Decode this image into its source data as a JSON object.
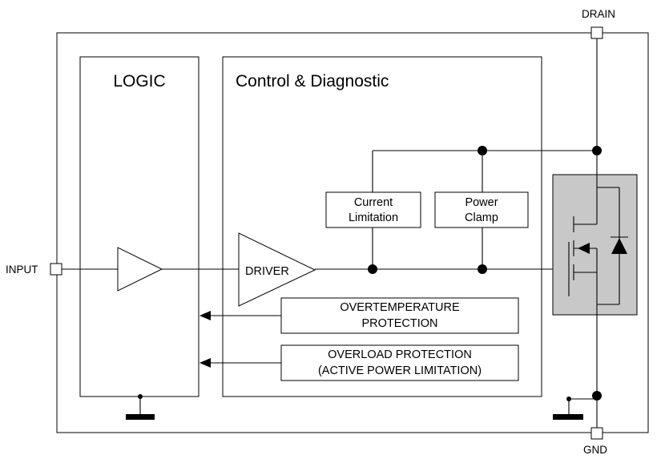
{
  "pins": {
    "drain": "DRAIN",
    "input": "INPUT",
    "gnd": "GND"
  },
  "blocks": {
    "logic": "LOGIC",
    "control": "Control & Diagnostic",
    "current_limitation": [
      "Current",
      "Limitation"
    ],
    "power_clamp": [
      "Power",
      "Clamp"
    ],
    "driver": "DRIVER",
    "overtemperature": [
      "OVERTEMPERATURE",
      "PROTECTION"
    ],
    "overload": [
      "OVERLOAD PROTECTION",
      "(ACTIVE POWER LIMITATION)"
    ]
  },
  "colors": {
    "line": "#000000",
    "mosfet_fill": "#c8c8c8",
    "background": "#ffffff"
  }
}
